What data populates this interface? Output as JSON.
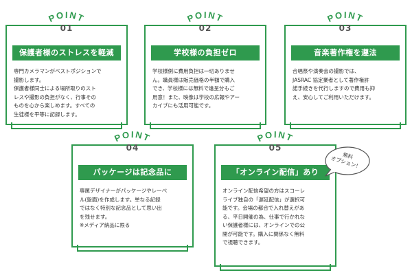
{
  "cards": [
    {
      "point_word": "POINT",
      "number": "01",
      "title": "保護者様のストレスを軽減",
      "body": "専門カメラマンがベストポジションで\n撮影します。\n保護者様同士による場所取りのスト\nレスや撮影の負担がなく、行事その\nものを心から楽しめます。すべての\n生徒様を平等に記録します。"
    },
    {
      "point_word": "POINT",
      "number": "02",
      "title": "学校様の負担ゼロ",
      "body": "学校様側に費用負担は一切ありませ\nん。職員様は販売価格の半額で購入\nでき、学校様には無料で進呈分もご\n用意！また、映像は学校の広報やアー\nカイブにも活用可能です。"
    },
    {
      "point_word": "POINT",
      "number": "03",
      "title": "音楽著作権を遵法",
      "body": "合唱祭や演奏会の撮影では、\nJASRAC 協定業者として著作権許\n諾手続きを代行しますので費用も抑\nえ、安心してご利用いただけます。"
    },
    {
      "point_word": "POINT",
      "number": "04",
      "title": "パッケージは記念品に",
      "body": "専属デザイナーがパッケージやレーベ\nル(盤面)を作成します。単なる記録\nではなく特別な記念品として思い出\nを残せます。\n※メディア納品に限る"
    },
    {
      "point_word": "POINT",
      "number": "05",
      "title": "「オンライン配信」あり",
      "body": "オンライン配信希望の方はスコーレ\nライブ独自の「遅延配信」が選択可\n能です。会場の都合で入れ替えがあ\nる、平日開催の為、仕事で行かれな\nい保護者様には、オンラインでの公\n開が可能です。購入に関係なく無料\nで視聴できます。"
    }
  ],
  "bubble": {
    "text": "無料\nオプション！"
  },
  "colors": {
    "accent": "#2f9a4e",
    "text": "#333333"
  }
}
